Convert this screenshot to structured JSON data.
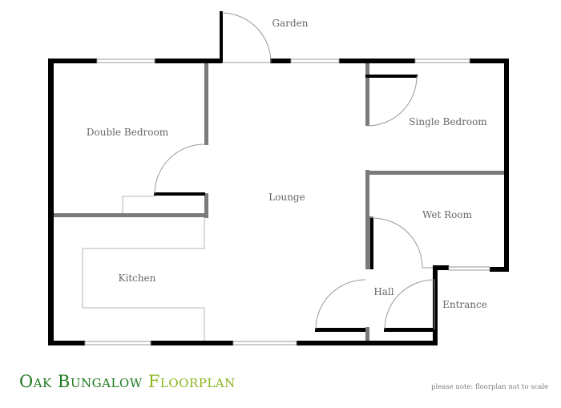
{
  "title": {
    "part1": "Oak Bungalow",
    "part2": "Floorplan"
  },
  "note": "please note: floorplan not to scale",
  "rooms": {
    "garden": "Garden",
    "double_bedroom": "Double Bedroom",
    "single_bedroom": "Single Bedroom",
    "lounge": "Lounge",
    "wet_room": "Wet Room",
    "kitchen": "Kitchen",
    "hall": "Hall",
    "entrance": "Entrance"
  },
  "colors": {
    "outer_wall": "#000000",
    "inner_wall": "#7a7a7a",
    "title_dark": "#1e7a1e",
    "title_light": "#8ab51b",
    "label": "#666666"
  }
}
